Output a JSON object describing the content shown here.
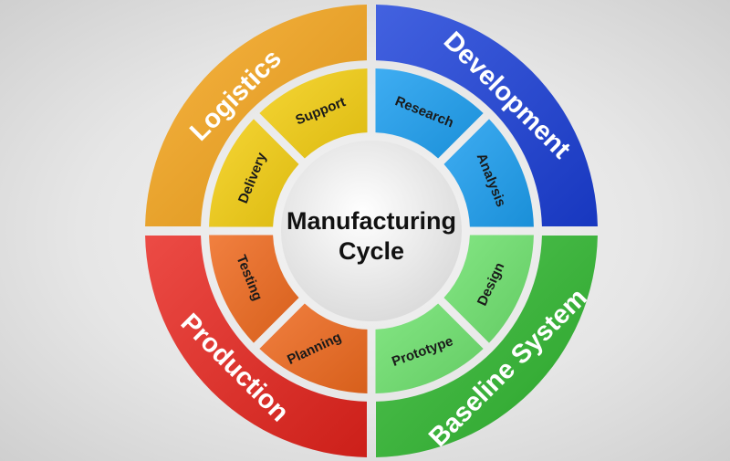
{
  "center": {
    "line1": "Manufacturing",
    "line2": "Cycle"
  },
  "quadrants": [
    {
      "id": "development",
      "label": "Development",
      "color": "#1a3fd9",
      "inner_color": "#1d9ff0",
      "inner": [
        {
          "label": "Research"
        },
        {
          "label": "Analysis"
        }
      ]
    },
    {
      "id": "baseline",
      "label": "Baseline System",
      "color": "#2fb82f",
      "inner_color": "#6ee16e",
      "inner": [
        {
          "label": "Design"
        },
        {
          "label": "Prototype"
        }
      ]
    },
    {
      "id": "production",
      "label": "Production",
      "color": "#e8231c",
      "inner_color": "#ef6a1e",
      "inner": [
        {
          "label": "Planning"
        },
        {
          "label": "Testing"
        }
      ]
    },
    {
      "id": "logistics",
      "label": "Logistics",
      "color": "#f6a51a",
      "inner_color": "#f4cf12",
      "inner": [
        {
          "label": "Delivery"
        },
        {
          "label": "Support"
        }
      ]
    }
  ]
}
